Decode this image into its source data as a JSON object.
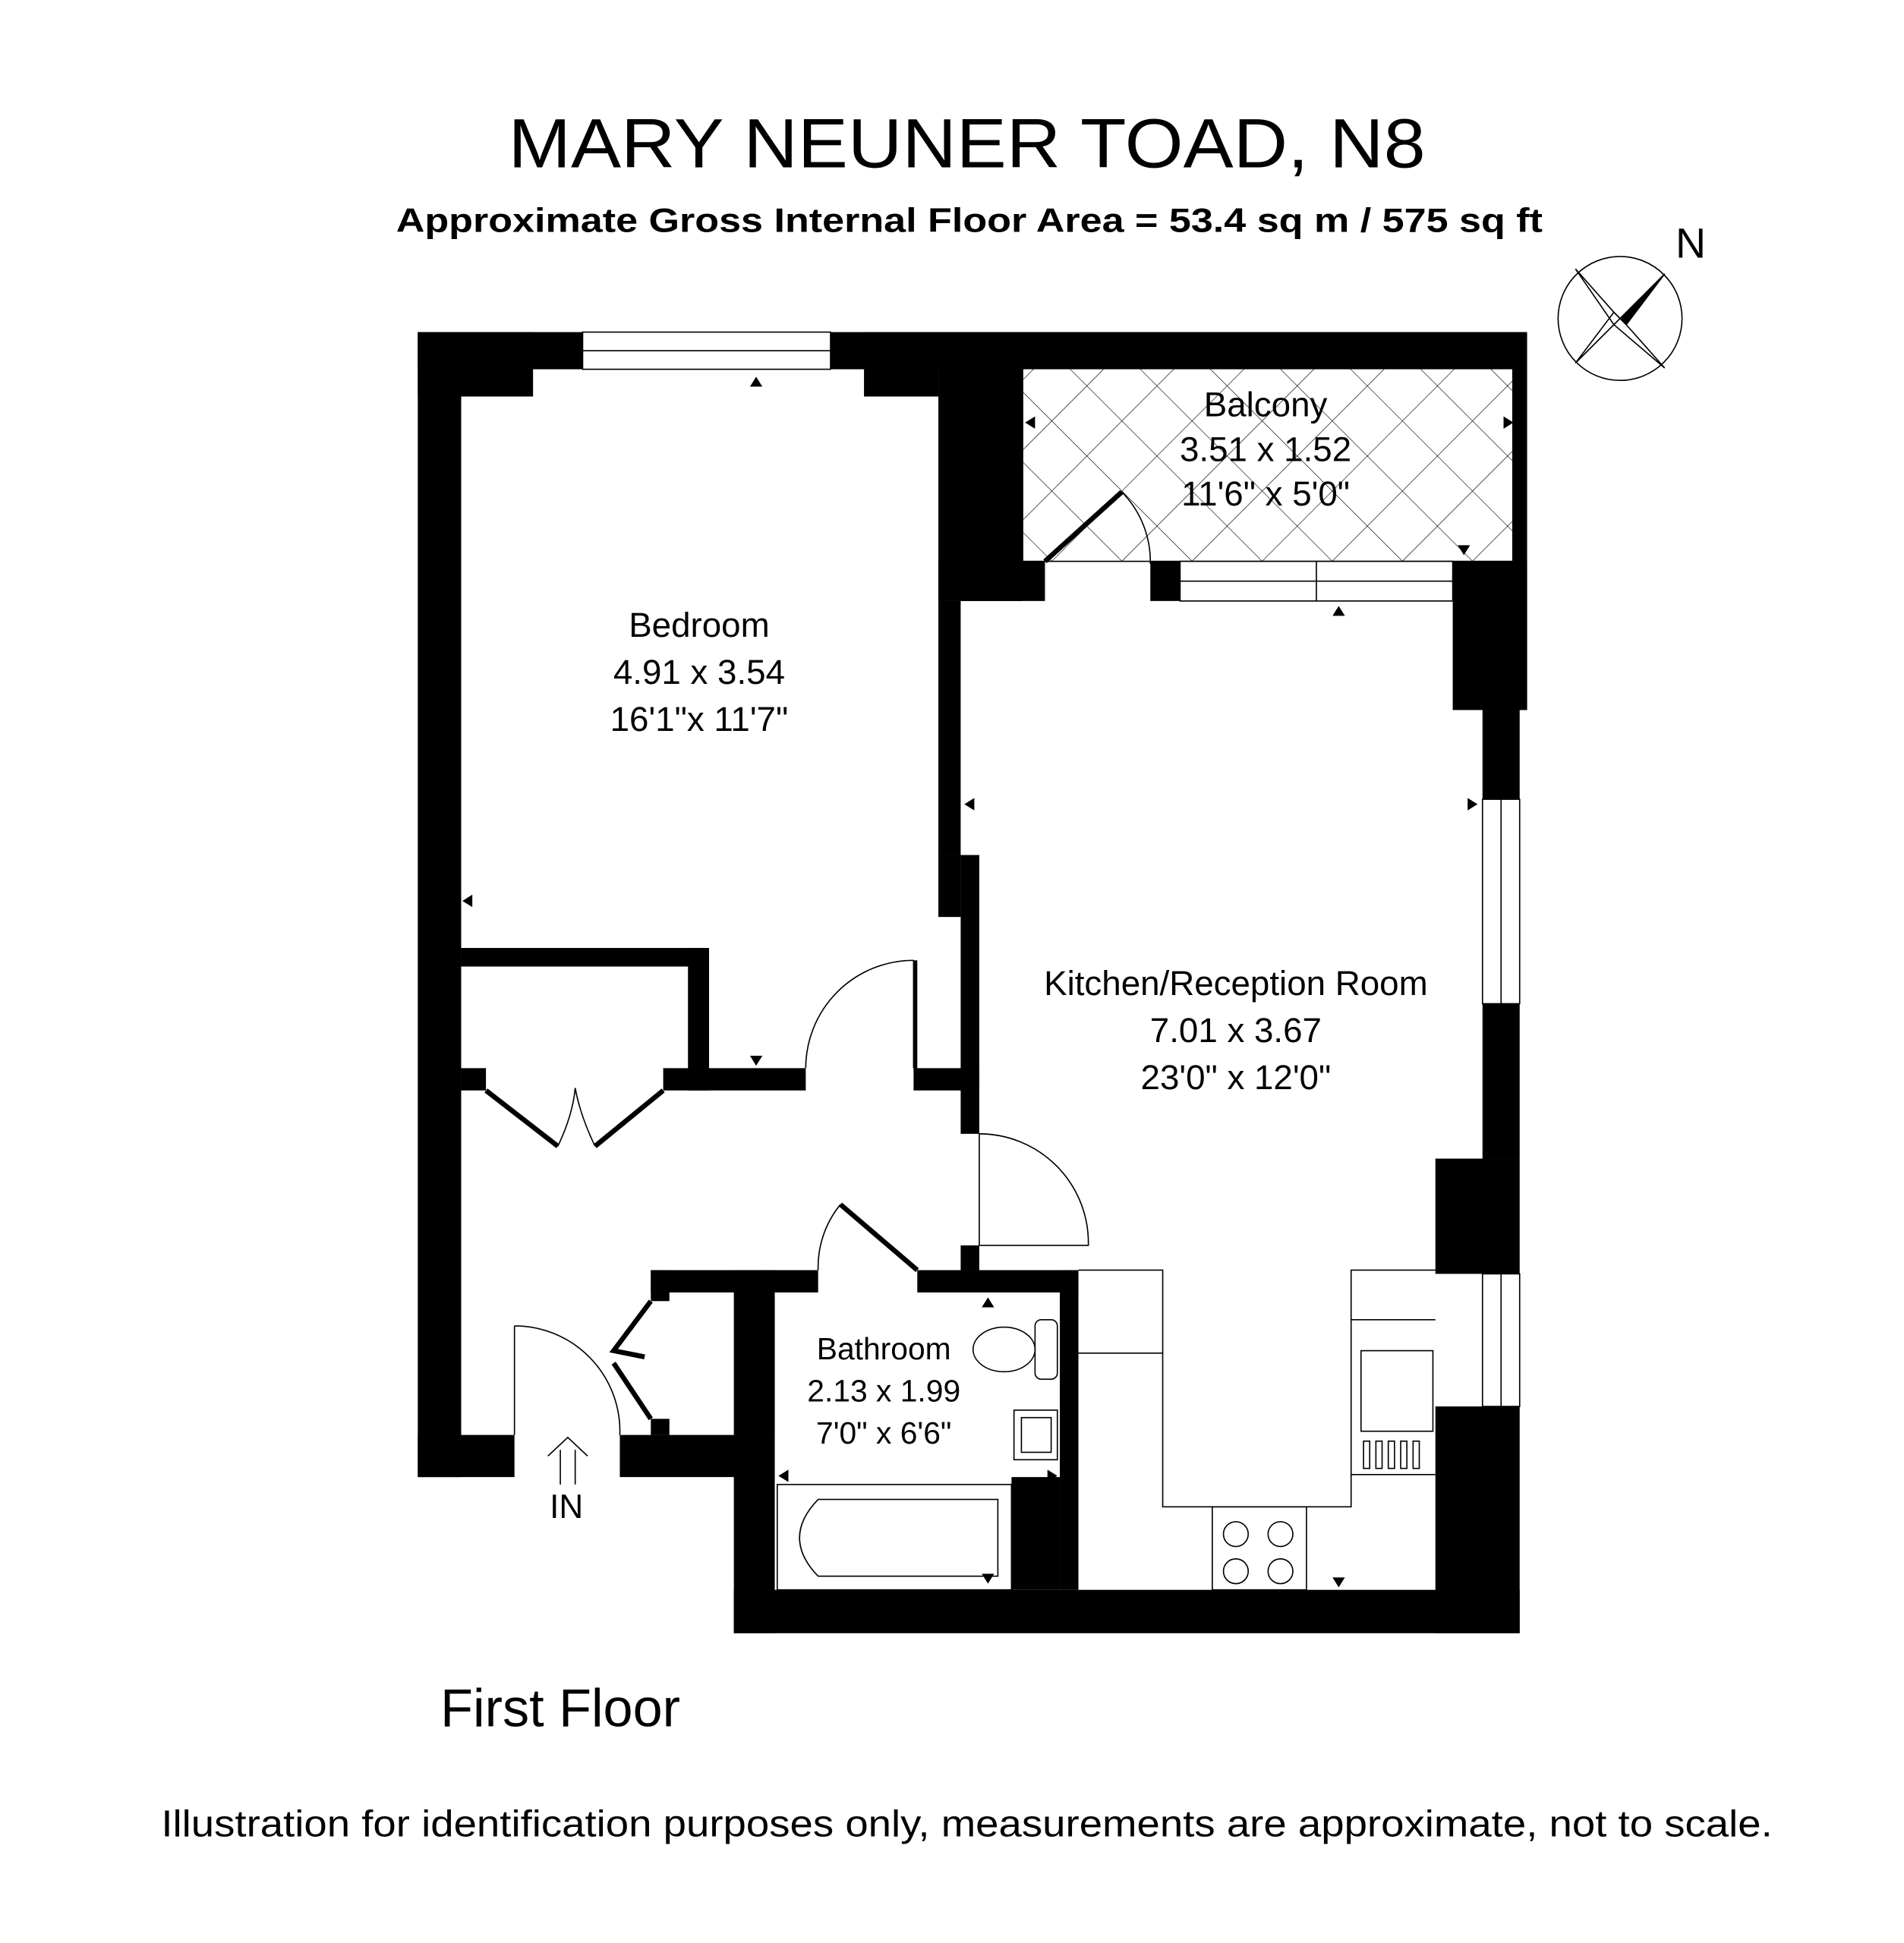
{
  "header": {
    "title": "MARY NEUNER TOAD, N8",
    "subtitle": "Approximate Gross Internal Floor Area = 53.4 sq m / 575 sq ft"
  },
  "compass": {
    "label": "N"
  },
  "rooms": {
    "balcony": {
      "name": "Balcony",
      "metric": "3.51 x 1.52",
      "imperial": "11'6\" x 5'0\""
    },
    "bedroom": {
      "name": "Bedroom",
      "metric": "4.91 x 3.54",
      "imperial": "16'1\"x 11'7\""
    },
    "kitchen": {
      "name": "Kitchen/Reception Room",
      "metric": "7.01 x 3.67",
      "imperial": "23'0\" x 12'0\""
    },
    "bathroom": {
      "name": "Bathroom",
      "metric": "2.13 x 1.99",
      "imperial": "7'0\" x 6'6\""
    }
  },
  "entrance": {
    "label": "IN"
  },
  "floor_label": "First Floor",
  "disclaimer": "Illustration for identification purposes only, measurements are approximate, not to scale."
}
